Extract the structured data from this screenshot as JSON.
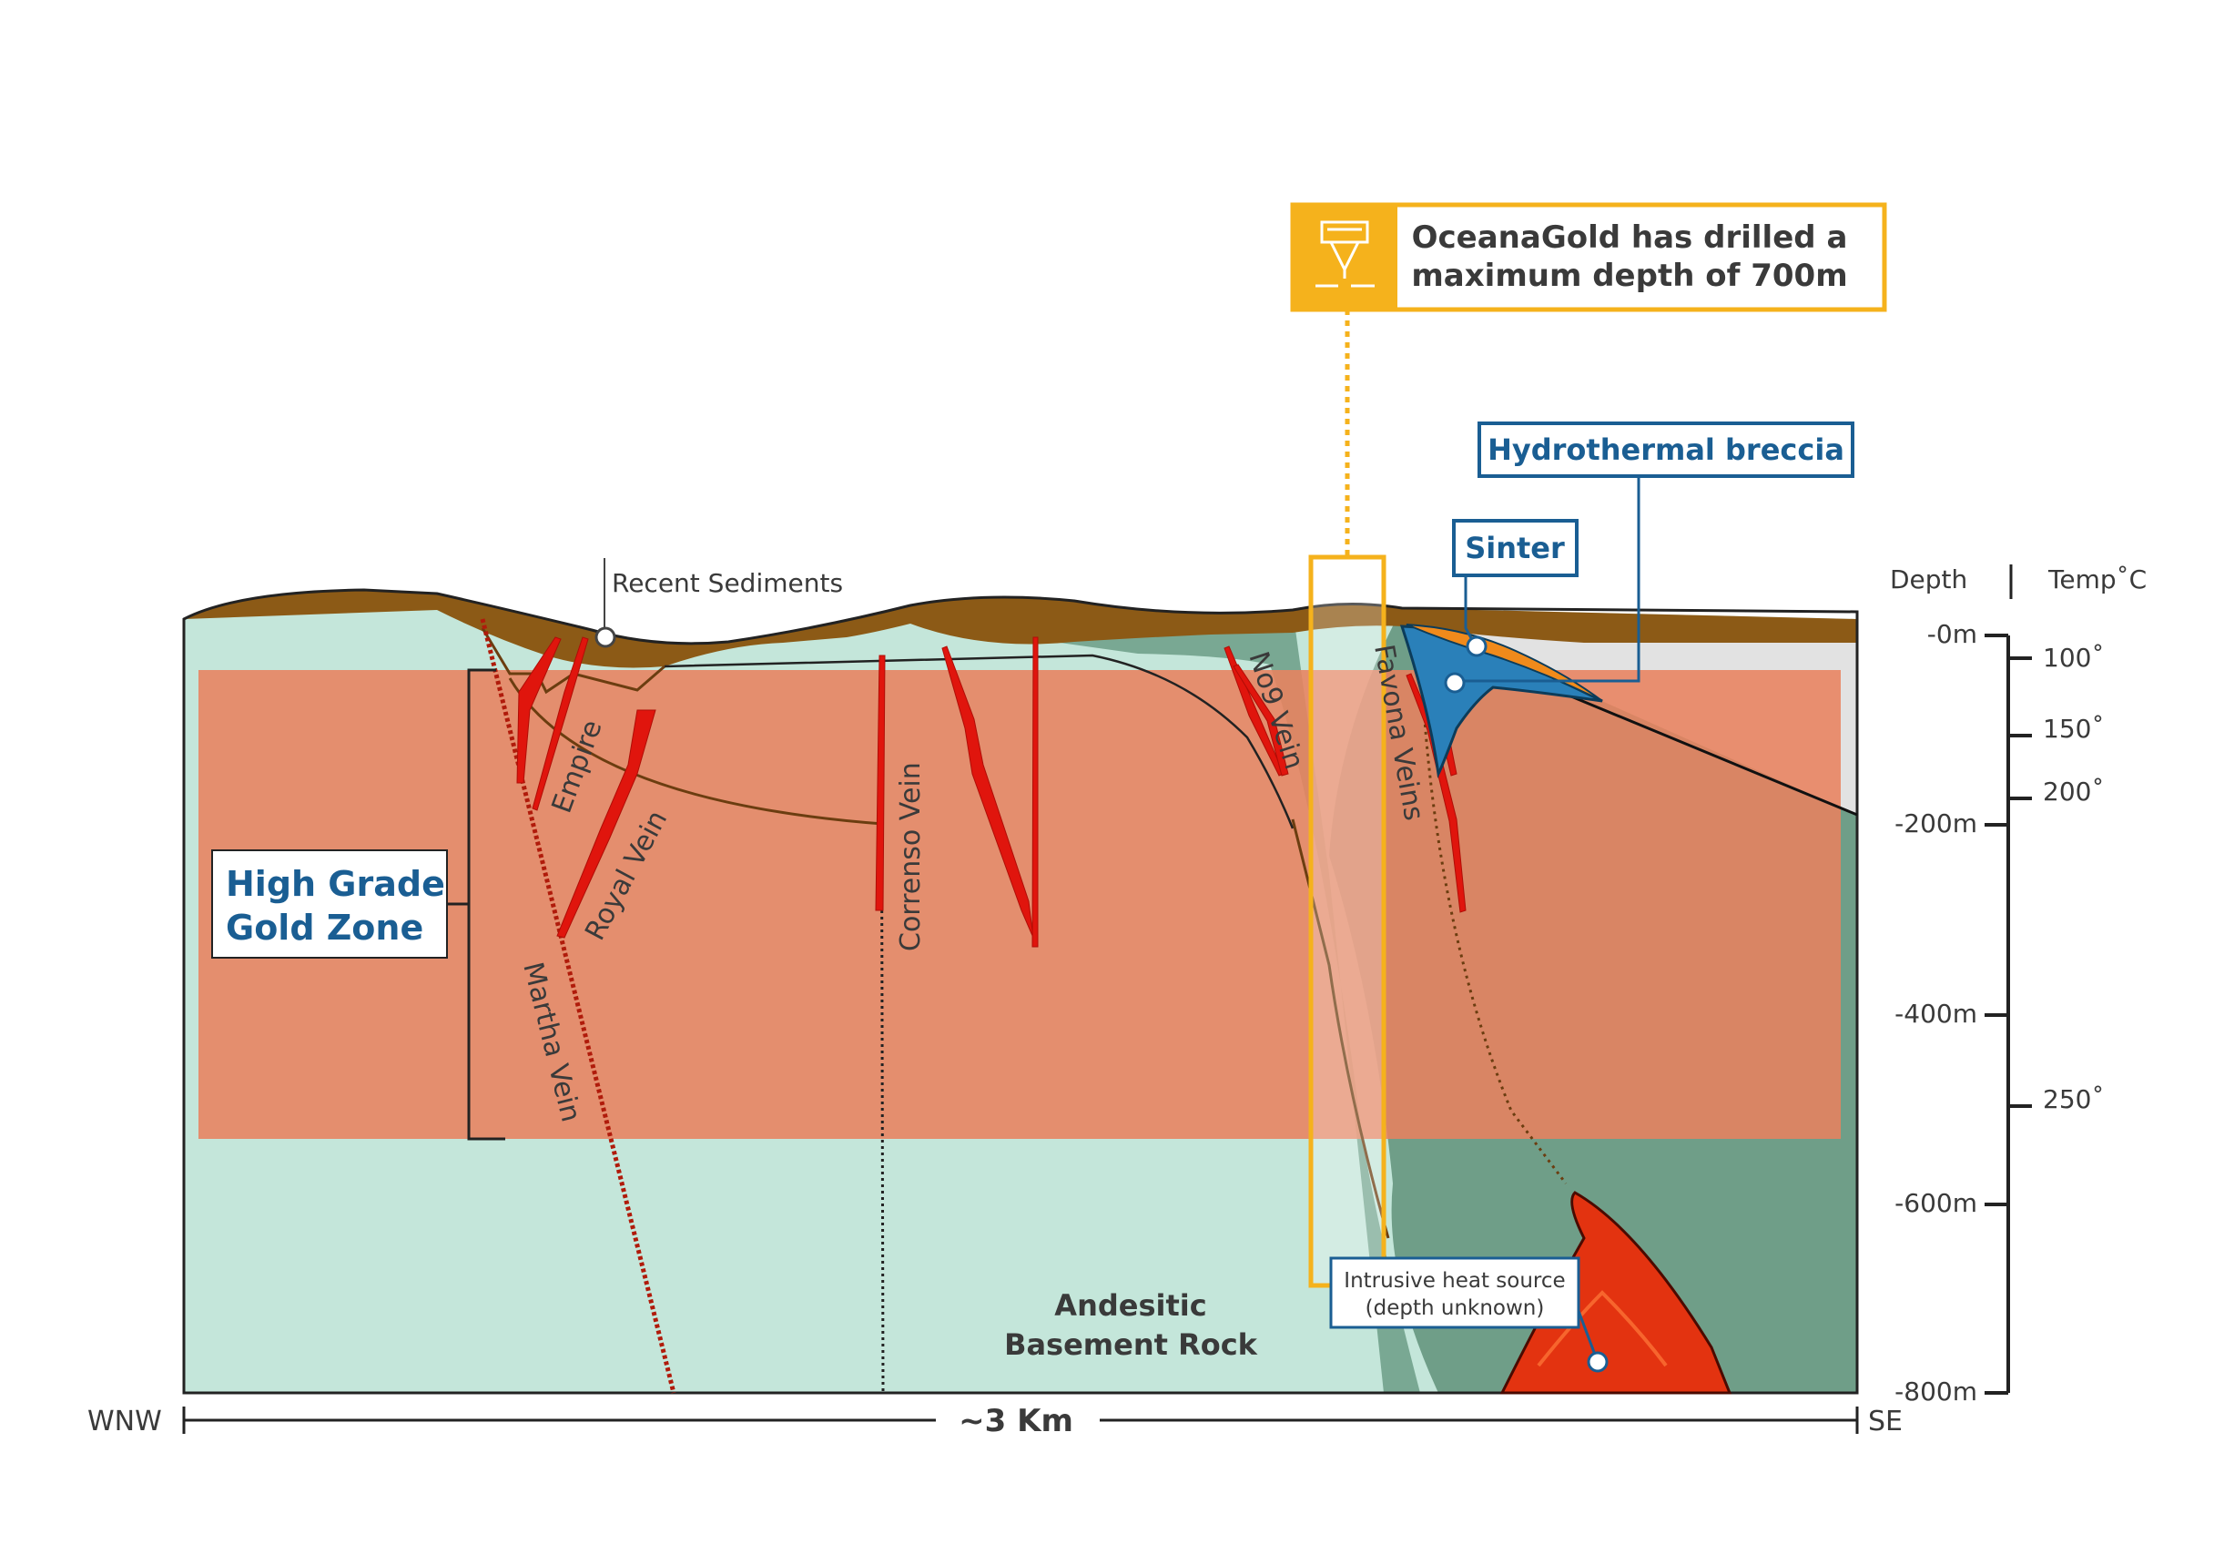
{
  "callout": {
    "drill_line1": "OceanaGold has drilled a",
    "drill_line2": "maximum depth of 700m"
  },
  "labels": {
    "hydrothermal_breccia": "Hydrothermal breccia",
    "sinter": "Sinter",
    "recent_sediments": "Recent Sediments",
    "high_grade_line1": "High Grade",
    "high_grade_line2": "Gold Zone",
    "empire": "Empire",
    "royal_vein": "Royal Vein",
    "martha_vein": "Martha Vein",
    "correnso_vein": "Correnso Vein",
    "no9_vein": "No9 Vein",
    "favona_veins": "Favona Veins",
    "basement_line1": "Andesitic",
    "basement_line2": "Basement Rock",
    "intrusive_line1": "Intrusive heat source",
    "intrusive_line2": "(depth unknown)"
  },
  "scale": {
    "depth_header": "Depth",
    "temp_header": "Temp˚C",
    "depth_ticks": [
      "-0m",
      "-200m",
      "-400m",
      "-600m",
      "-800m"
    ],
    "temp_ticks": [
      "100˚",
      "150˚",
      "200˚",
      "250˚"
    ]
  },
  "axis": {
    "left": "WNW",
    "center": "~3 Km",
    "right": "SE"
  },
  "colors": {
    "gold_accent": "#f5b21c",
    "label_blue": "#1a5e93",
    "gold_zone": "#e8825e",
    "basement_light": "#c4e6da",
    "basement_dark": "#6f9e88",
    "sediment": "#8c5a16",
    "vein_red": "#e0150d",
    "intrusion": "#e33310"
  },
  "icons": {
    "drill": "drill-icon"
  }
}
